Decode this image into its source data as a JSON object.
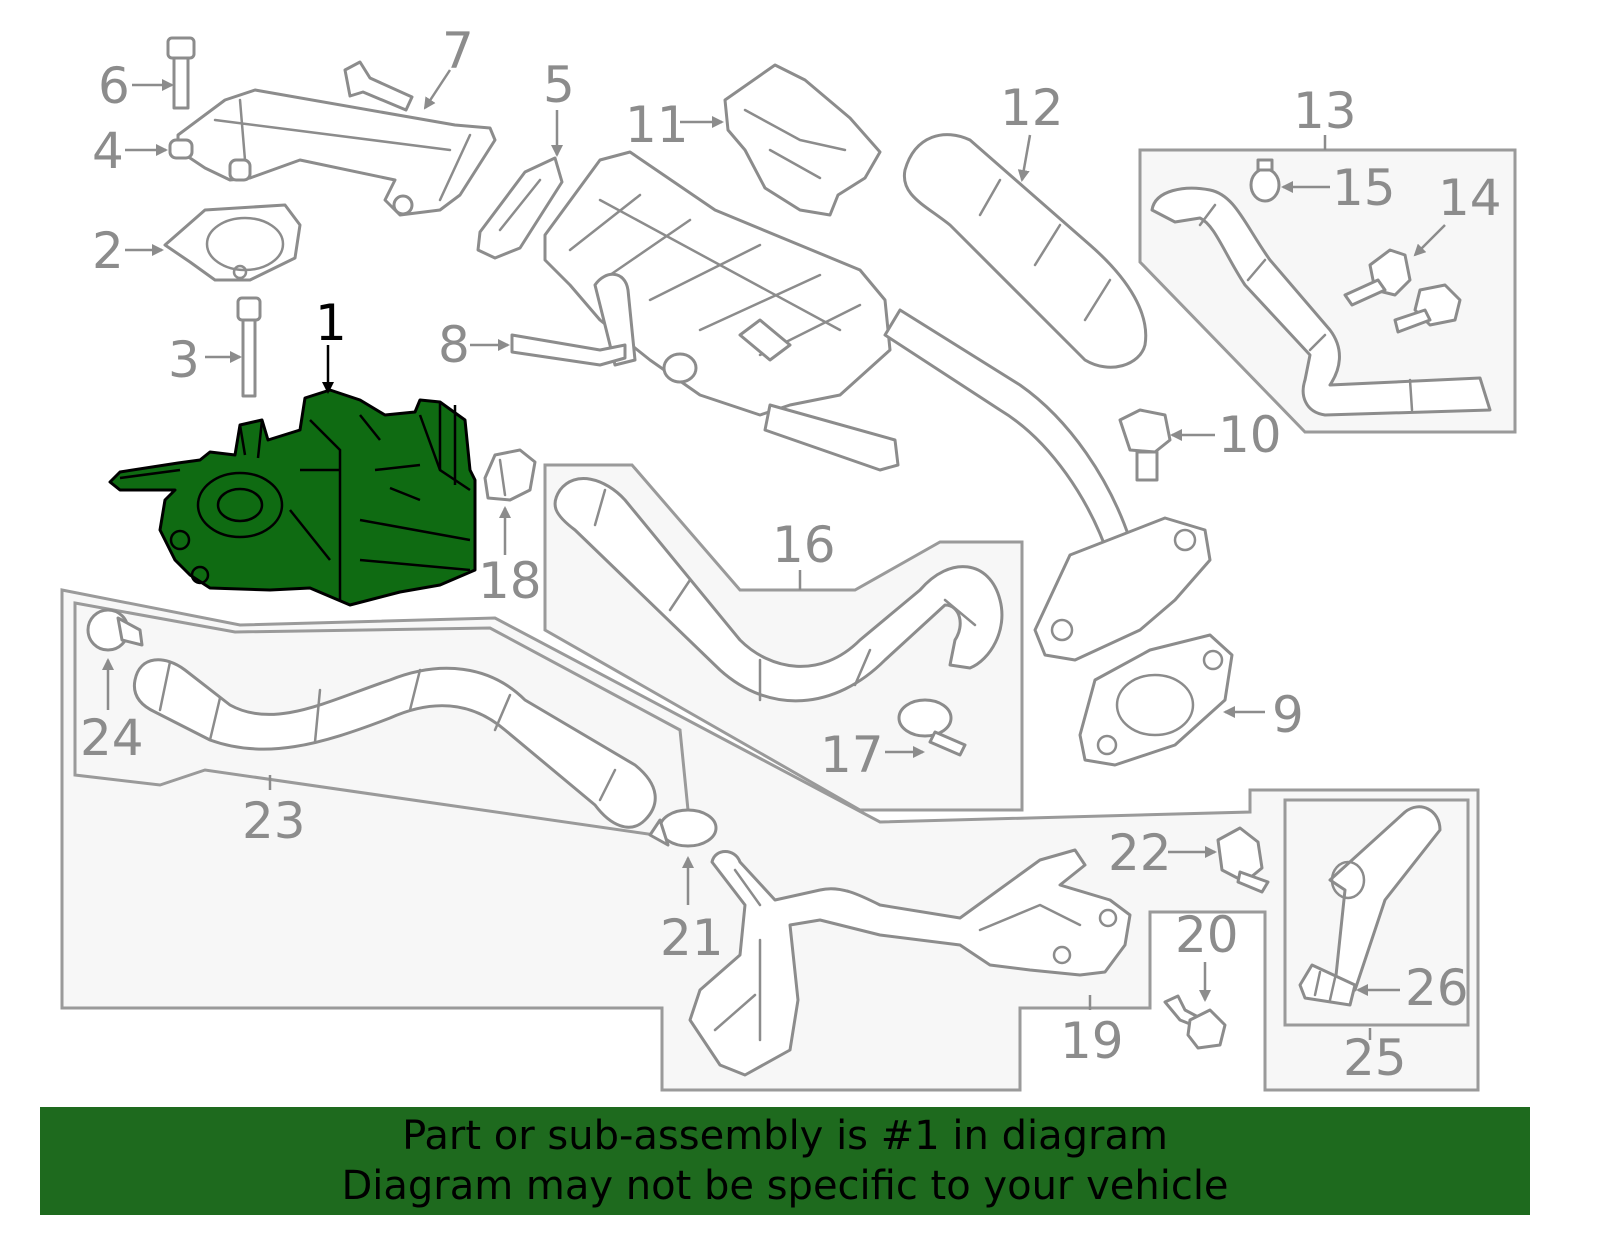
{
  "callouts": {
    "c1": "1",
    "c2": "2",
    "c3": "3",
    "c4": "4",
    "c5": "5",
    "c6": "6",
    "c7": "7",
    "c8": "8",
    "c9": "9",
    "c10": "10",
    "c11": "11",
    "c12": "12",
    "c13": "13",
    "c14": "14",
    "c15": "15",
    "c16": "16",
    "c17": "17",
    "c18": "18",
    "c19": "19",
    "c20": "20",
    "c21": "21",
    "c22": "22",
    "c23": "23",
    "c24": "24",
    "c25": "25",
    "c26": "26"
  },
  "highlighted_part": "1",
  "colors": {
    "highlight_fill": "#0f6b12",
    "banner_background": "#1e6a1e",
    "part_outline": "#8c8c8c",
    "group_box_fill": "#f7f7f7"
  },
  "banner": {
    "line1": "Part or sub-assembly is #1 in diagram",
    "line2": "Diagram may not be specific to your vehicle"
  }
}
